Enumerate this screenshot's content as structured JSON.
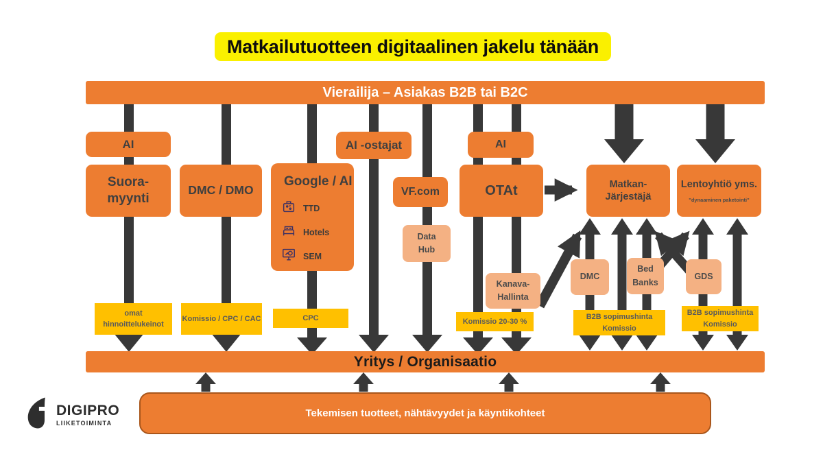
{
  "title": "Matkailutuotteen digitaalinen jakelu tänään",
  "visitor_bar": "Vierailija – Asiakas B2B tai B2C",
  "company_bar": "Yritys / Organisaatio",
  "bottom_box": "Tekemisen tuotteet, nähtävyydet ja käyntikohteet",
  "logo": {
    "name": "DIGIPRO",
    "subtitle": "LIIKETOIMINTA"
  },
  "boxes": {
    "ai_direct": "AI",
    "direct_sales": "Suora-\nmyynti",
    "dmc_dmo": "DMC / DMO",
    "google_ai": "Google / AI",
    "google_items": [
      {
        "label": "TTD",
        "icon": "suitcase-icon"
      },
      {
        "label": "Hotels",
        "icon": "bed-icon"
      },
      {
        "label": "SEM",
        "icon": "monitor-icon"
      }
    ],
    "ai_buyers": "AI -ostajat",
    "vf": "VF.com",
    "data_hub": "Data\nHub",
    "ai_ota": "AI",
    "ota": "OTAt",
    "tour_operator": "Matkan-\nJärjestäjä",
    "airline": "Lentoyhtiö yms.",
    "airline_note": "\"dynaaminen paketointi\"",
    "channel_mgmt": "Kanava-\nHallinta",
    "dmc_small": "DMC",
    "bed_banks": "Bed\nBanks",
    "gds": "GDS"
  },
  "labels": {
    "own_pricing": "omat\nhinnoittelukeinot",
    "commission_cpc_cac": "Komissio / CPC / CAC",
    "cpc": "CPC",
    "commission_20_30": "Komissio 20-30 %",
    "b2b_contract_1": "B2B sopimushinta\nKomissio",
    "b2b_contract_2": "B2B sopimushinta\nKomissio"
  },
  "colors": {
    "orange": "#ED7D31",
    "light_orange": "#F4B183",
    "label_yellow": "#FFC000",
    "title_yellow": "#FAF000",
    "arrow_gray": "#383838",
    "icon_purple": "#3E3163"
  }
}
